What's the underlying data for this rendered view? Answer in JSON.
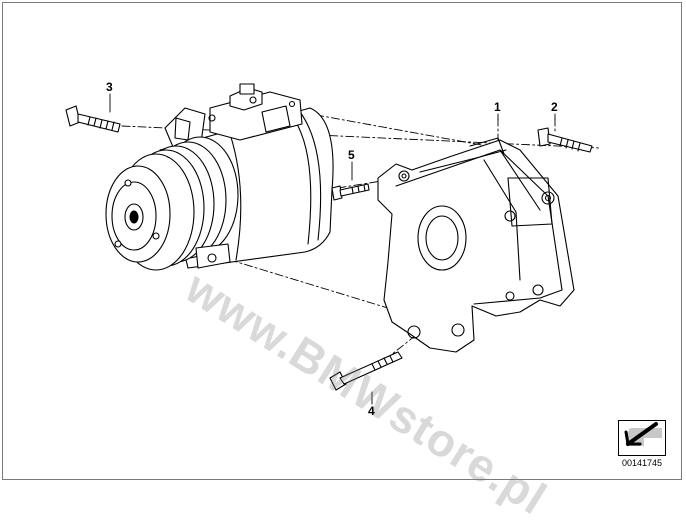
{
  "diagram": {
    "callouts": {
      "c1": "1",
      "c2": "2",
      "c3": "3",
      "c4": "4",
      "c5": "5"
    },
    "watermark": "www.BMWstore.pl",
    "diagram_number": "00141745",
    "icons": {
      "nav": "arrow-southwest-icon"
    },
    "colors": {
      "line": "#000000",
      "frame": "#7a7a7a",
      "arrow_fill": "#c8c8c8"
    }
  }
}
